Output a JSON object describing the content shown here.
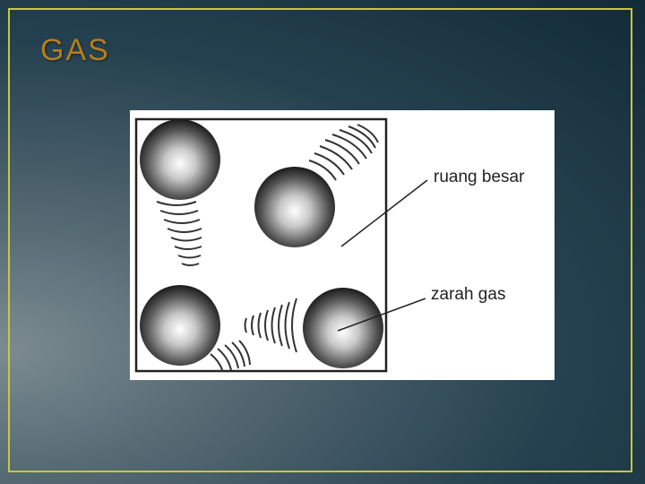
{
  "slide": {
    "title": "GAS",
    "frame_color": "#c8c83a",
    "title_color": "#b57e1f"
  },
  "diagram": {
    "labels": {
      "space": "ruang besar",
      "particle": "zarah gas"
    }
  }
}
